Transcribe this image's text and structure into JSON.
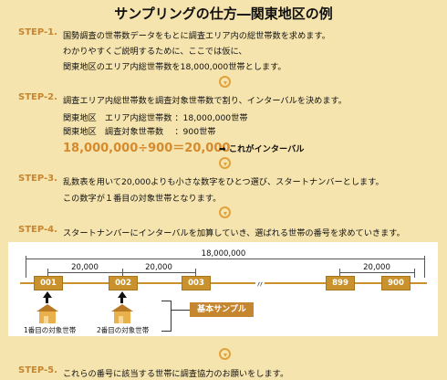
{
  "title": "サンプリングの仕方―関東地区の例",
  "steps": [
    {
      "label": "STEP-1.",
      "lines": [
        "国勢調査の世帯数データをもとに調査エリア内の総世帯数を求めます。",
        "わかりやすくご説明するために、ここでは仮に、",
        "関東地区のエリア内総世帯数を18,000,000世帯とします。"
      ]
    },
    {
      "label": "STEP-2.",
      "lines": [
        "調査エリア内総世帯数を調査対象世帯数で割り、インターバルを決めます。",
        "関東地区　エリア内総世帯数 ：18,000,000世帯",
        "関東地区　調査対象世帯数　 ：900世帯"
      ]
    },
    {
      "label": "STEP-3.",
      "lines": [
        "乱数表を用いて20,000よりも小さな数字をひとつ選び、スタートナンバーとします。",
        "この数字が１番目の対象世帯となります。"
      ]
    },
    {
      "label": "STEP-4.",
      "lines": [
        "スタートナンバーにインターバルを加算していき、選ばれる世帯の番号を求めていきます。"
      ]
    },
    {
      "label": "STEP-5.",
      "lines": [
        "これらの番号に該当する世帯に調査協力のお願いをします。"
      ]
    }
  ],
  "formula": "18,000,000÷900＝20,000",
  "formula_note": "➡ これがインターバル",
  "diagram": {
    "total": "18,000,000",
    "interval": "20,000",
    "boxes": [
      "001",
      "002",
      "003",
      "899",
      "900"
    ],
    "break_mark": "〃",
    "households": [
      "1番目の対象世帯",
      "2番目の対象世帯"
    ],
    "sample_label": "基本サンプル"
  },
  "colors": {
    "background": "#f6e4ae",
    "accent": "#c6862f",
    "box": "#c9922d"
  }
}
